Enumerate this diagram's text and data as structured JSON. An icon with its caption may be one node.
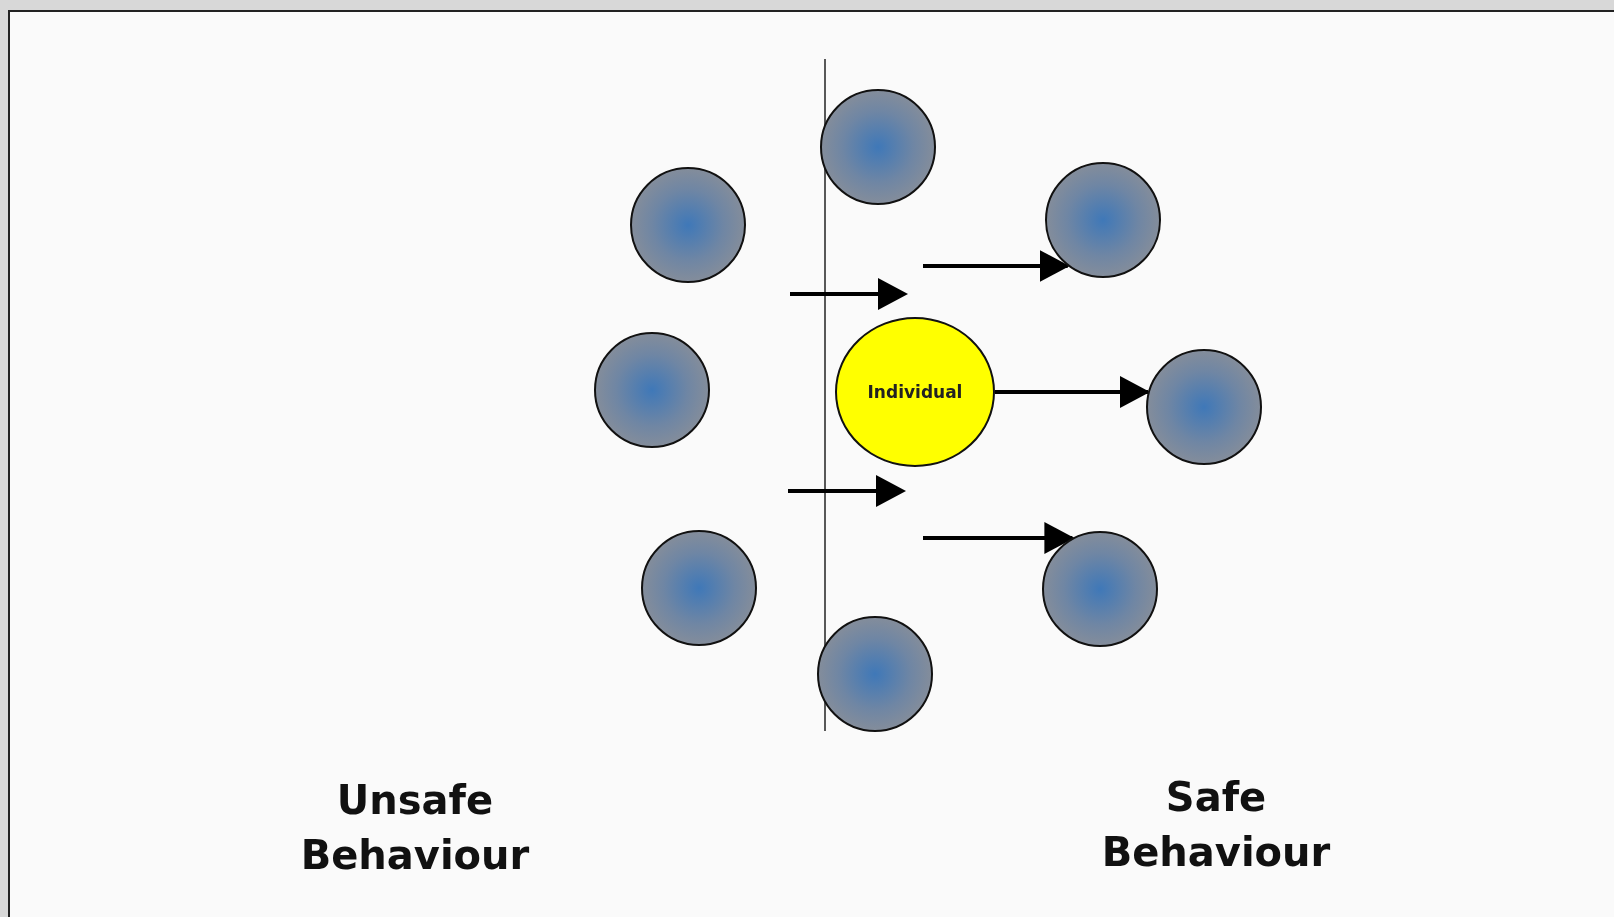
{
  "diagram": {
    "nodes": [
      {
        "text": [],
        "shape": "circle"
      },
      {
        "text": [],
        "shape": "circle"
      },
      {
        "text": [],
        "shape": "circle"
      },
      {
        "text": [],
        "shape": "circle"
      },
      {
        "text": [
          "Individual"
        ]
      },
      {
        "text": [],
        "shape": "circle"
      },
      {
        "text": [],
        "shape": "circle"
      },
      {
        "text": [],
        "shape": "circle"
      },
      {
        "text": [],
        "shape": "circle"
      }
    ],
    "edges": [
      {
        "from": null,
        "to": 2,
        "arrow": "to"
      },
      {
        "from": 4,
        "to": 5,
        "arrow": "to"
      },
      {
        "from": null,
        "to": 7,
        "arrow": "to"
      }
    ],
    "labels": [
      "Unsafe Behaviour",
      "Safe Behaviour"
    ]
  }
}
